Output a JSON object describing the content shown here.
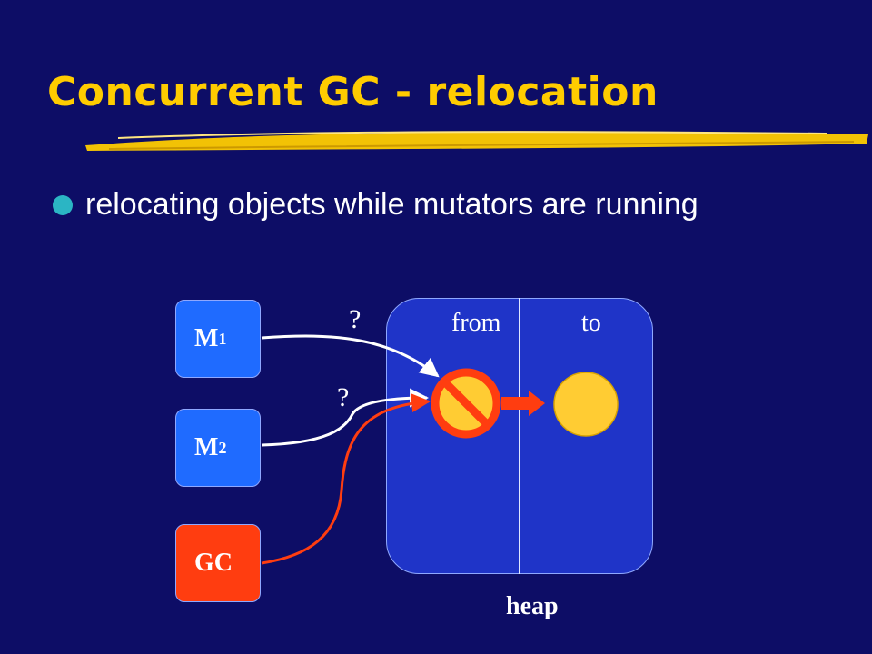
{
  "slide": {
    "title": "Concurrent GC - relocation",
    "bullets": [
      "relocating objects while mutators are running"
    ]
  },
  "diagram": {
    "mutators": [
      {
        "label": "M",
        "sub": "1"
      },
      {
        "label": "M",
        "sub": "2"
      }
    ],
    "collector": {
      "label": "GC"
    },
    "heap": {
      "label": "heap",
      "from_label": "from",
      "to_label": "to"
    },
    "question_marks": [
      "?",
      "?"
    ]
  },
  "colors": {
    "background": "#0d0d66",
    "title": "#ffcc00",
    "mutator_box": "#1f6bff",
    "gc_box": "#ff3d10",
    "heap": "#1f34c8",
    "object": "#ffcc33",
    "forbidden": "#ff3d10",
    "bullet": "#2bb5c4"
  }
}
